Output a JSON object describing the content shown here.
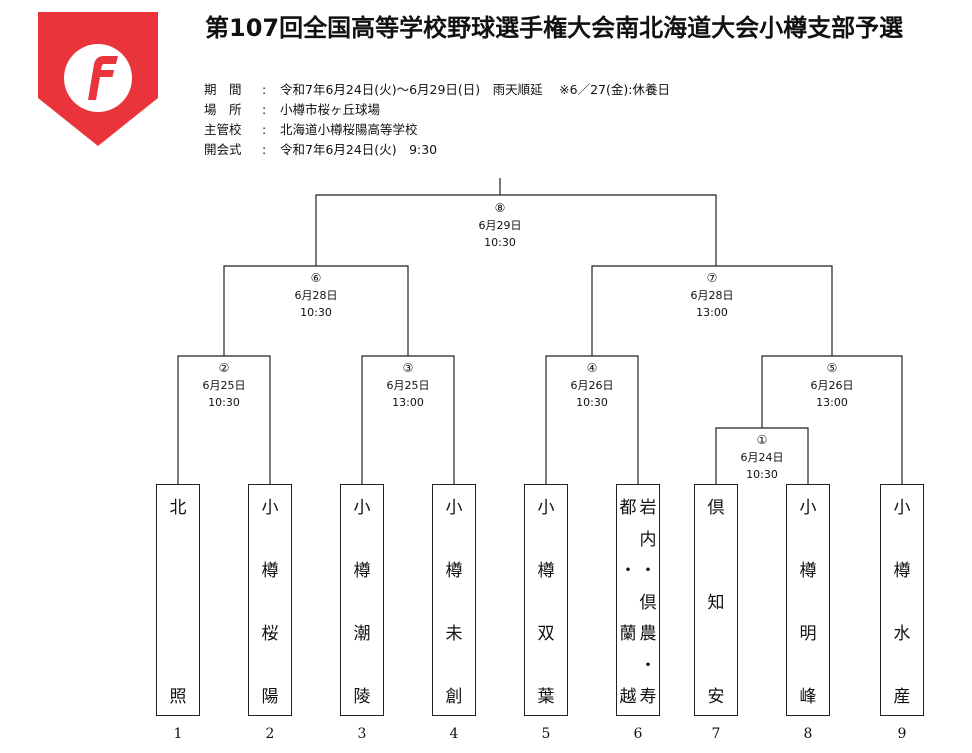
{
  "header": {
    "title": "第107回全国高等学校野球選手権大会南北海道大会小樽支部予選",
    "logo_icon": "f-shield-logo",
    "logo_color": "#e8343a"
  },
  "info": [
    {
      "label": "期　間",
      "value": "令和7年6月24日(火)～6月29日(日)　雨天順延　 ※6／27(金):休養日"
    },
    {
      "label": "場　所",
      "value": "小樽市桜ヶ丘球場"
    },
    {
      "label": "主管校",
      "value": "北海道小樽桜陽高等学校"
    },
    {
      "label": "開会式",
      "value": "令和7年6月24日(火)　9:30"
    }
  ],
  "matches": [
    {
      "num": "①",
      "date": "6月24日",
      "time": "10:30"
    },
    {
      "num": "②",
      "date": "6月25日",
      "time": "10:30"
    },
    {
      "num": "③",
      "date": "6月25日",
      "time": "13:00"
    },
    {
      "num": "④",
      "date": "6月26日",
      "time": "10:30"
    },
    {
      "num": "⑤",
      "date": "6月26日",
      "time": "13:00"
    },
    {
      "num": "⑥",
      "date": "6月28日",
      "time": "10:30"
    },
    {
      "num": "⑦",
      "date": "6月28日",
      "time": "13:00"
    },
    {
      "num": "⑧",
      "date": "6月29日",
      "time": "10:30"
    }
  ],
  "teams": [
    {
      "slot": "1",
      "cols": [
        [
          "北",
          "照"
        ]
      ]
    },
    {
      "slot": "2",
      "cols": [
        [
          "小",
          "樽",
          "桜",
          "陽"
        ]
      ]
    },
    {
      "slot": "3",
      "cols": [
        [
          "小",
          "樽",
          "潮",
          "陵"
        ]
      ]
    },
    {
      "slot": "4",
      "cols": [
        [
          "小",
          "樽",
          "未",
          "創"
        ]
      ]
    },
    {
      "slot": "5",
      "cols": [
        [
          "小",
          "樽",
          "双",
          "葉"
        ]
      ]
    },
    {
      "slot": "6",
      "cols": [
        [
          "都",
          "・",
          "蘭",
          "越"
        ],
        [
          "岩",
          "内",
          "・",
          "倶",
          "農",
          "・",
          "寿"
        ]
      ]
    },
    {
      "slot": "7",
      "cols": [
        [
          "倶",
          "知",
          "安"
        ]
      ]
    },
    {
      "slot": "8",
      "cols": [
        [
          "小",
          "樽",
          "明",
          "峰"
        ]
      ]
    },
    {
      "slot": "9",
      "cols": [
        [
          "小",
          "樽",
          "水",
          "産"
        ]
      ]
    }
  ]
}
